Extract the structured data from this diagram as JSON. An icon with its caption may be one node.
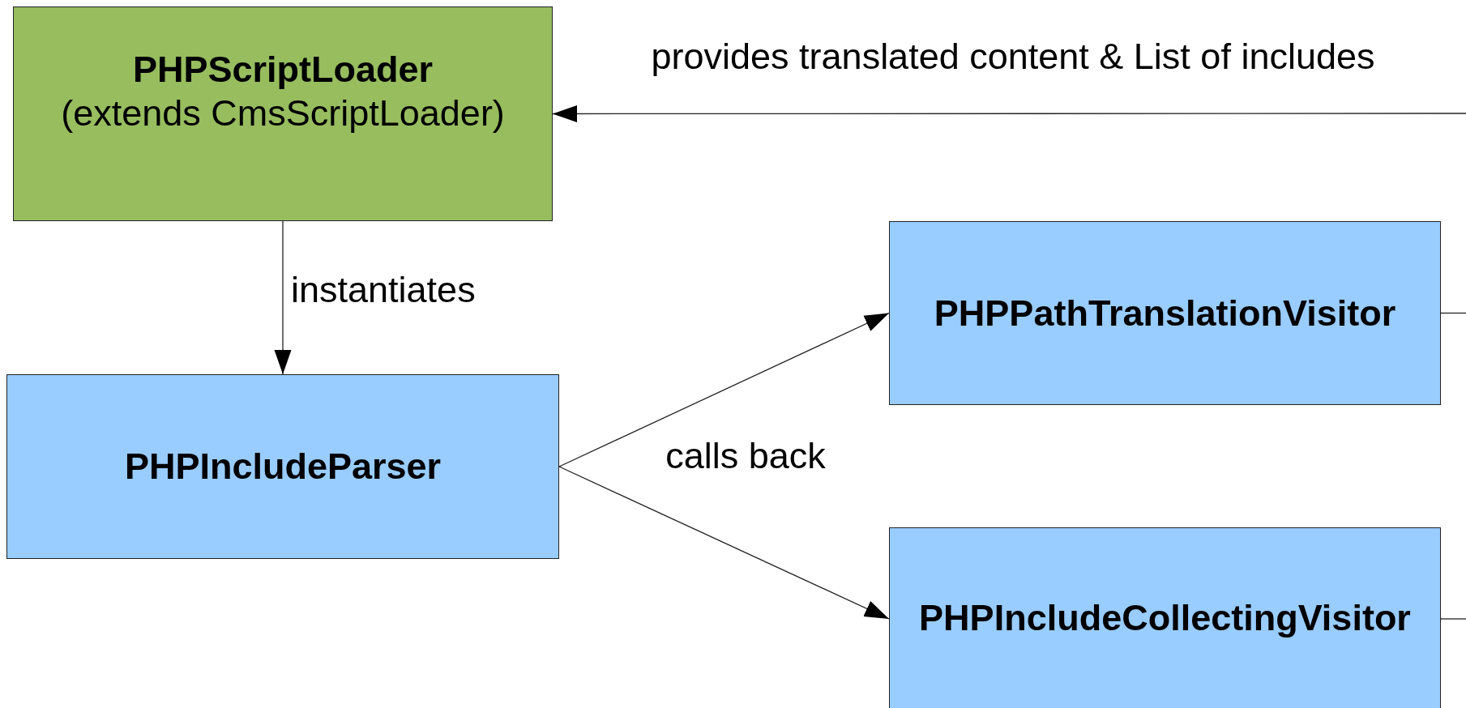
{
  "diagram": {
    "nodes": [
      {
        "text": [
          "PHPScriptLoader",
          "(extends CmsScriptLoader)"
        ]
      },
      {
        "text": [
          "PHPIncludeParser"
        ]
      },
      {
        "text": [
          "PHPPathTranslationVisitor"
        ]
      },
      {
        "text": [
          "PHPIncludeCollectingVisitor"
        ]
      }
    ],
    "edges": [
      {
        "from": null,
        "to": 0,
        "arrow": "to",
        "label": "provides translated content & List of includes"
      },
      {
        "from": 0,
        "to": 1,
        "arrow": "to",
        "label": "instantiates"
      },
      {
        "from": 1,
        "to": 2,
        "arrow": "to",
        "label": "calls back"
      },
      {
        "from": 1,
        "to": 3,
        "arrow": "to"
      },
      {
        "from": 2,
        "to": null,
        "arrow": "none"
      },
      {
        "from": 3,
        "to": null,
        "arrow": "none"
      }
    ]
  }
}
